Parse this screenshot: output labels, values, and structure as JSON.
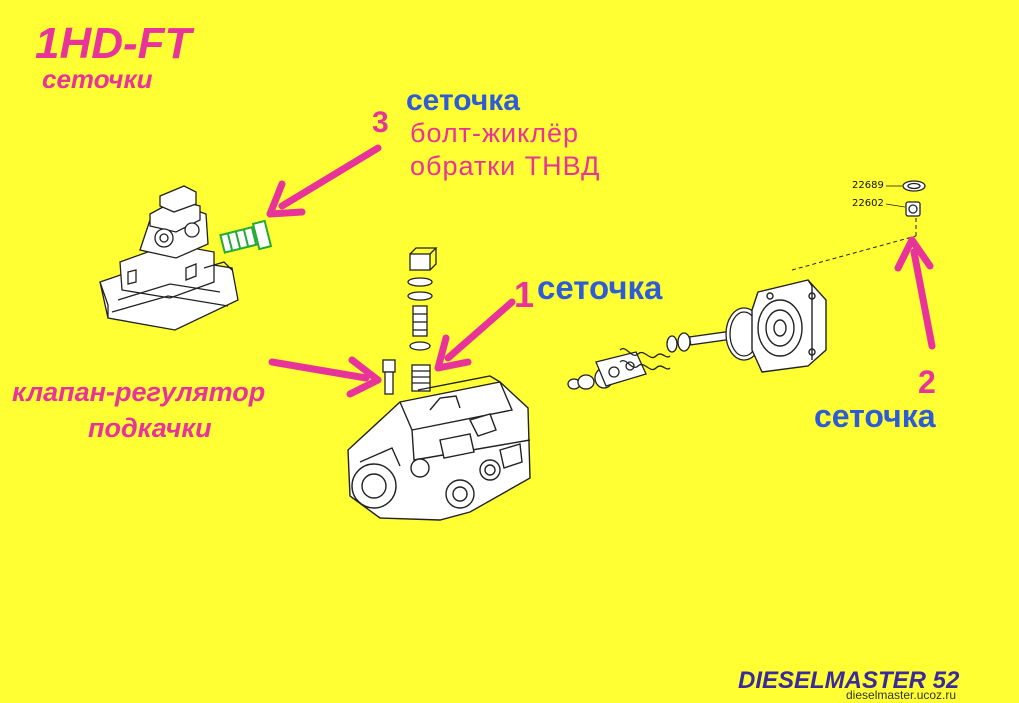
{
  "title": "1HD-FT",
  "subtitle": "сеточки",
  "callout3": {
    "number": "3",
    "mesh": "сеточка",
    "desc_line1": "болт-жиклёр",
    "desc_line2": "обратки ТНВД"
  },
  "callout1": {
    "number": "1",
    "mesh": "сеточка"
  },
  "valve_label": {
    "line1": "клапан-регулятор",
    "line2": "подкачки"
  },
  "callout2": {
    "number": "2",
    "mesh": "сеточка"
  },
  "part_numbers": [
    "22689",
    "22602"
  ],
  "watermark": "DIESELMASTER 52",
  "site": "dieselmaster.ucoz.ru",
  "colors": {
    "background": "#FFFF33",
    "arrow": "#E8339B",
    "label_pink": "#E8339B",
    "label_blue": "#2E5BD6",
    "highlight_bolt": "#22AA33"
  },
  "icons": [
    "arrow-icon",
    "fuel-pump-housing-icon",
    "pump-cover-icon",
    "banjo-bolt-icon",
    "pump-flange-icon"
  ]
}
